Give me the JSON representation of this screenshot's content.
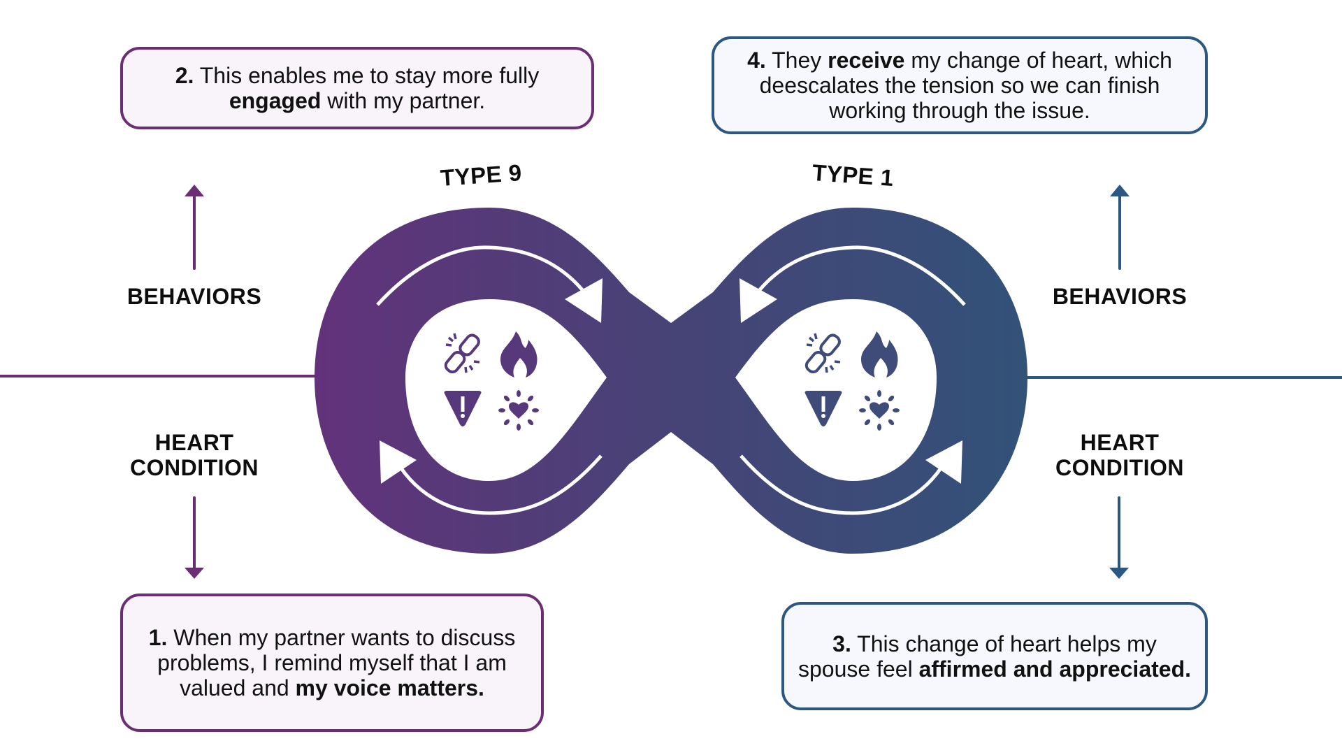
{
  "colors": {
    "purple": "#6b2d74",
    "blue": "#2c5780",
    "gradient_start": "#62327a",
    "gradient_mid": "#474377",
    "gradient_end": "#325278",
    "card_purple_bg": "#f8f4fa",
    "card_blue_bg": "#f6f8fd"
  },
  "types": {
    "left": "TYPE 9",
    "right": "TYPE 1"
  },
  "labels": {
    "behaviors_left": "BEHAVIORS",
    "behaviors_right": "BEHAVIORS",
    "heart_condition_left": "HEART CONDITION",
    "heart_condition_right": "HEART CONDITION"
  },
  "steps": [
    {
      "number": "1.",
      "segments": [
        {
          "text": " When my partner wants to discuss problems, I remind myself that I am valued and ",
          "bold": false
        },
        {
          "text": "my voice matters.",
          "bold": true
        }
      ]
    },
    {
      "number": "2.",
      "segments": [
        {
          "text": " This enables me to stay more fully ",
          "bold": false
        },
        {
          "text": "engaged",
          "bold": true
        },
        {
          "text": " with my partner.",
          "bold": false
        }
      ]
    },
    {
      "number": "3.",
      "segments": [
        {
          "text": " This change of heart helps my spouse feel ",
          "bold": false
        },
        {
          "text": "affirmed and appreciated.",
          "bold": true
        }
      ]
    },
    {
      "number": "4.",
      "segments": [
        {
          "text": " They ",
          "bold": false
        },
        {
          "text": "receive",
          "bold": true
        },
        {
          "text": " my change of heart, which deescalates the tension so we can finish working through the issue.",
          "bold": false
        }
      ]
    }
  ],
  "icons": [
    "broken-link-icon",
    "fire-icon",
    "warning-icon",
    "radiant-heart-icon"
  ]
}
